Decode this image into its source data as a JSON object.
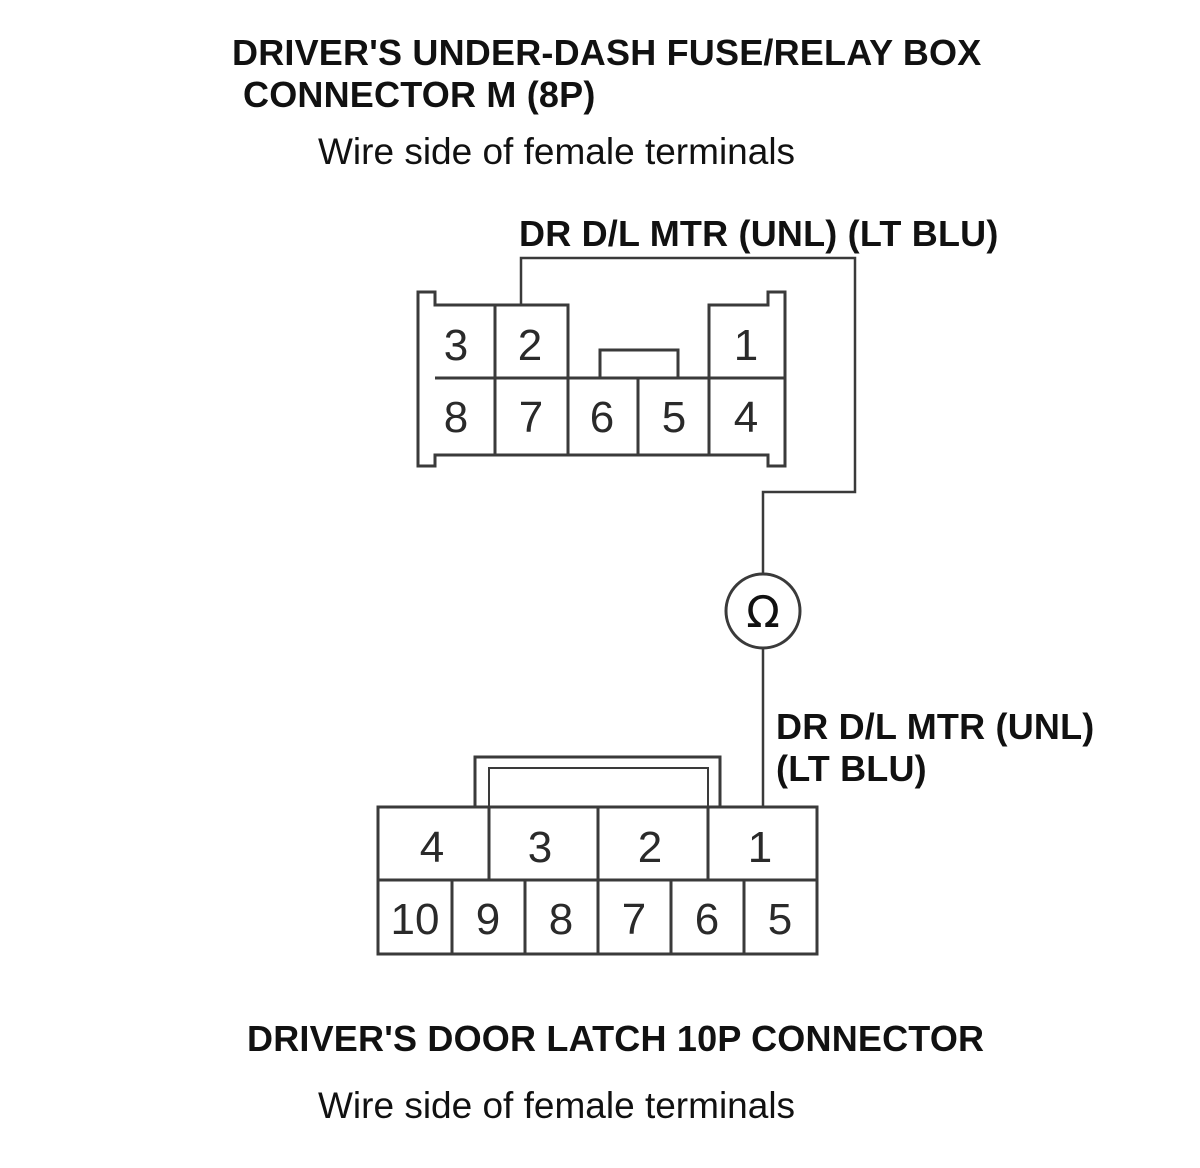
{
  "connector_m": {
    "title_line1": "DRIVER'S UNDER-DASH FUSE/RELAY BOX",
    "title_line2": "CONNECTOR M (8P)",
    "subtitle": "Wire side of female terminals",
    "wire_label": "DR D/L MTR (UNL) (LT BLU)",
    "pins": [
      "3",
      "2",
      "1",
      "8",
      "7",
      "6",
      "5",
      "4"
    ]
  },
  "meter": {
    "symbol": "Ω"
  },
  "connector_latch": {
    "wire_label_line1": "DR D/L MTR (UNL)",
    "wire_label_line2": "(LT BLU)",
    "title": "DRIVER'S DOOR LATCH 10P CONNECTOR",
    "subtitle": "Wire side of female terminals",
    "pins": [
      "4",
      "3",
      "2",
      "1",
      "10",
      "9",
      "8",
      "7",
      "6",
      "5"
    ]
  }
}
